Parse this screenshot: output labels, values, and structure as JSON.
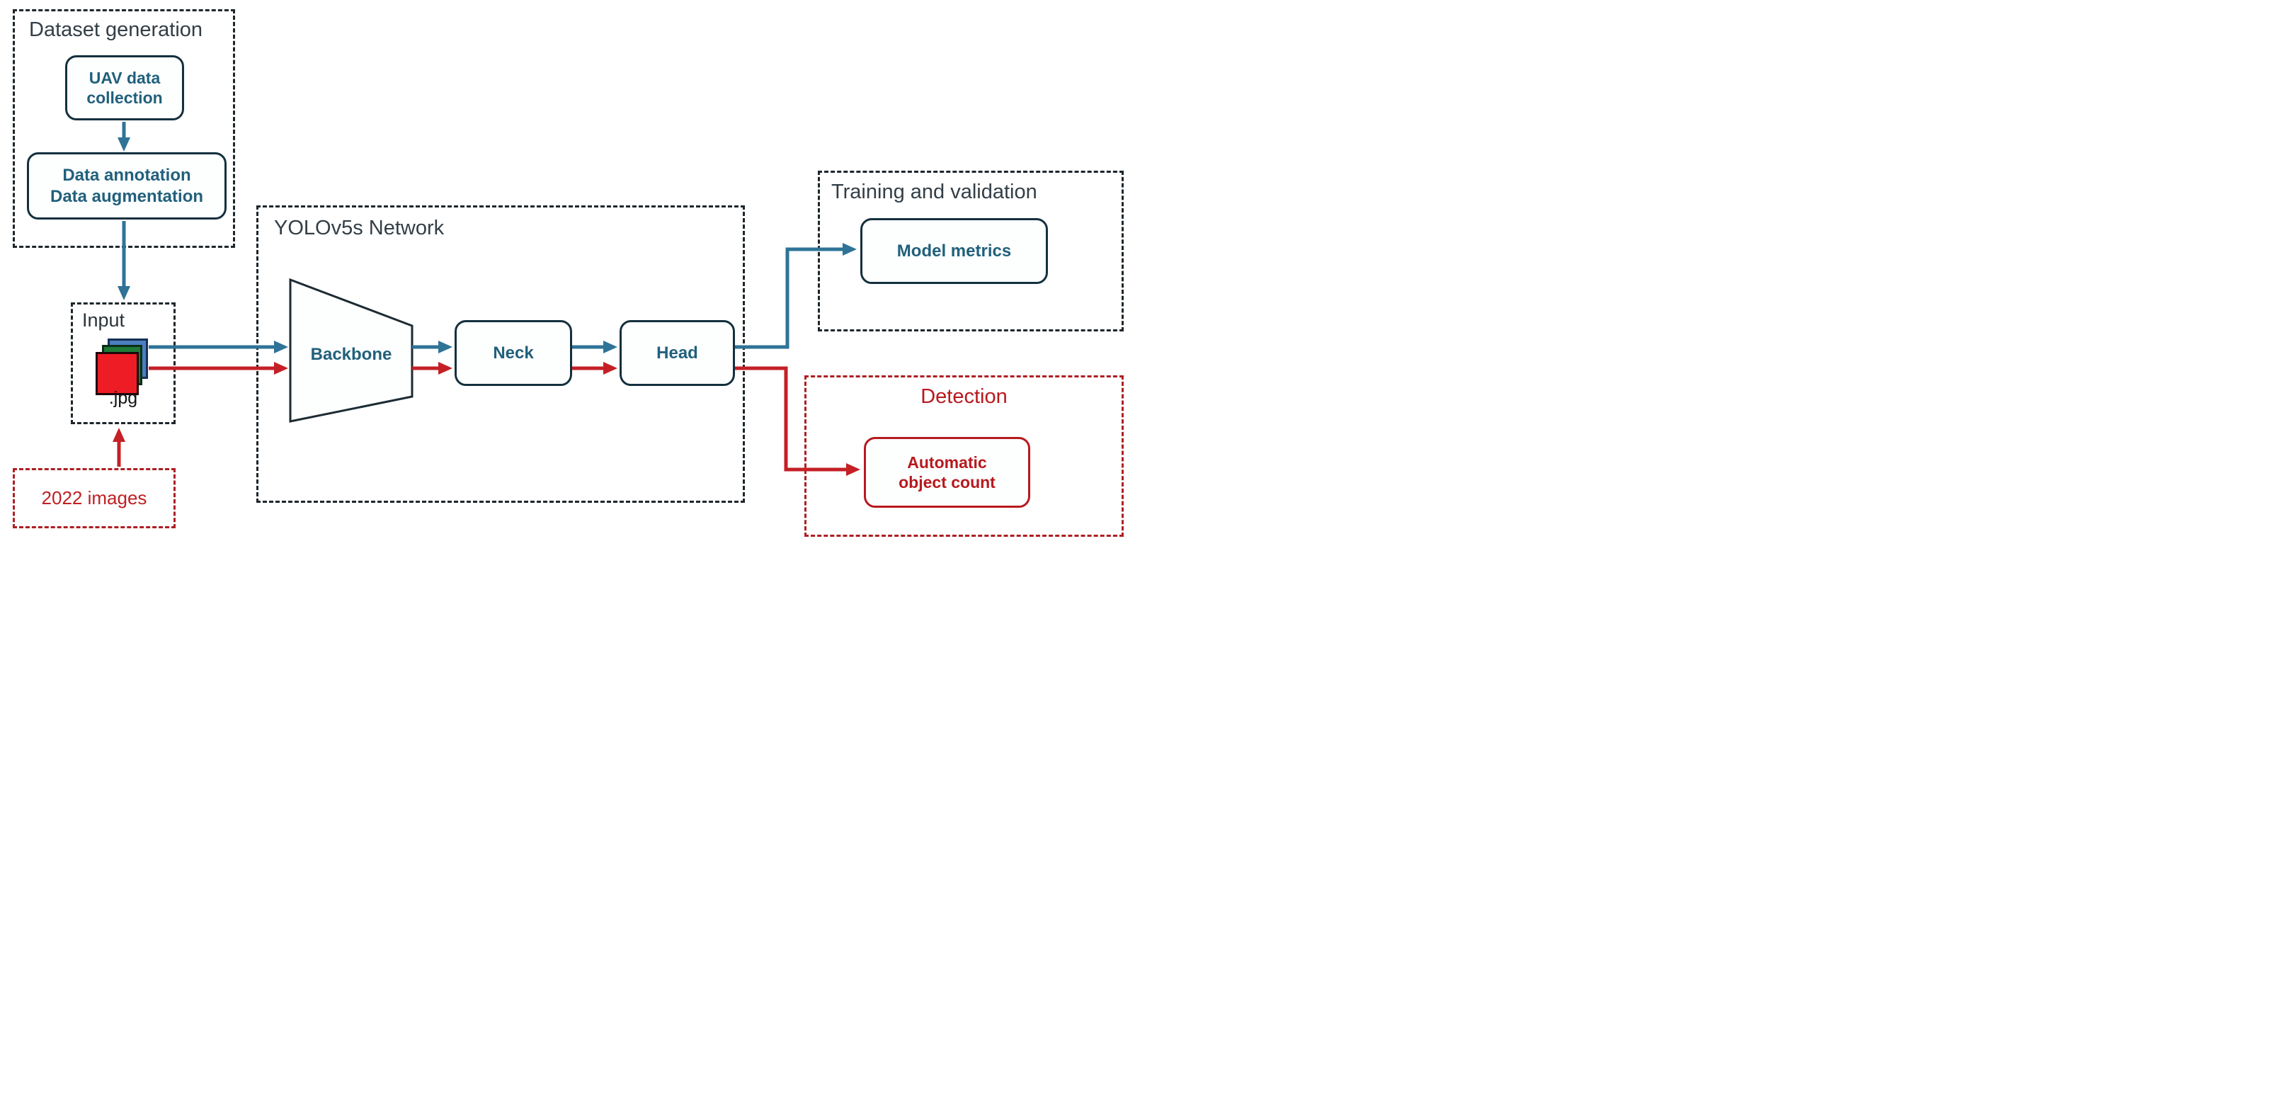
{
  "diagram": {
    "groups": {
      "dataset_generation": {
        "title": "Dataset generation"
      },
      "input": {
        "title": "Input",
        "file_type": ".jpg"
      },
      "images_source": {
        "label": "2022 images"
      },
      "yolo_network": {
        "title": "YOLOv5s Network"
      },
      "training_validation": {
        "title": "Training and validation"
      },
      "detection": {
        "title": "Detection"
      }
    },
    "nodes": {
      "uav": {
        "line1": "UAV data",
        "line2": "collection"
      },
      "annotation": {
        "line1": "Data annotation",
        "line2": "Data augmentation"
      },
      "backbone": {
        "label": "Backbone"
      },
      "neck": {
        "label": "Neck"
      },
      "head": {
        "label": "Head"
      },
      "model_metrics": {
        "label": "Model metrics"
      },
      "auto_count": {
        "line1": "Automatic",
        "line2": "object count"
      }
    },
    "icons": {
      "image_stack": {
        "name": "rgb-image-stack-icon",
        "layer_colors": [
          "#4C7EC0",
          "#1E7A38",
          "#EE1C25"
        ]
      }
    },
    "colors": {
      "flow_training": "#2F7397",
      "flow_detection": "#C42026",
      "node_outline": "#14303E",
      "dashed_outline_dark": "#1E262B",
      "dashed_outline_red": "#AD1F23",
      "teal_text": "#21607C",
      "red_text": "#B7191E",
      "title_text": "#333E46"
    }
  }
}
